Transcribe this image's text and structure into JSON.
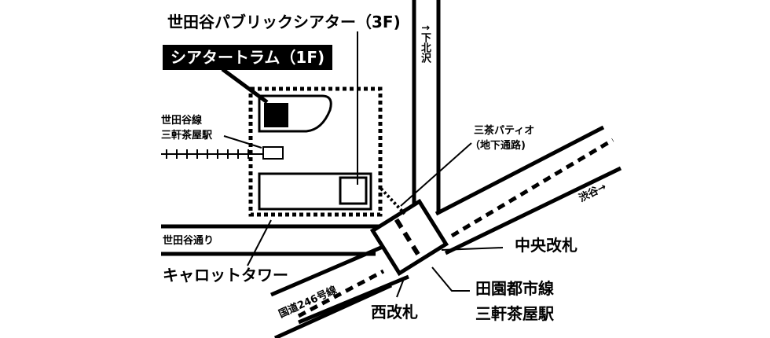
{
  "labels": {
    "public_theatre": "世田谷パブリックシアター（3F)",
    "theatre_tram": "シアタートラム（1F)",
    "setagaya_line_1": "世田谷線",
    "setagaya_line_2": "三軒茶屋駅",
    "shimokitazawa": "↑下北沢",
    "cha_patio_1": "三茶パティオ",
    "cha_patio_2": "（地下通路)",
    "shibuya": "渋谷→",
    "setagaya_dori": "世田谷通り",
    "carrot_tower": "キャロットタワー",
    "route246": "国道246号線",
    "central_gate": "中央改札",
    "west_gate": "西改札",
    "den_toshi_1": "田園都市線",
    "den_toshi_2": "三軒茶屋駅"
  }
}
